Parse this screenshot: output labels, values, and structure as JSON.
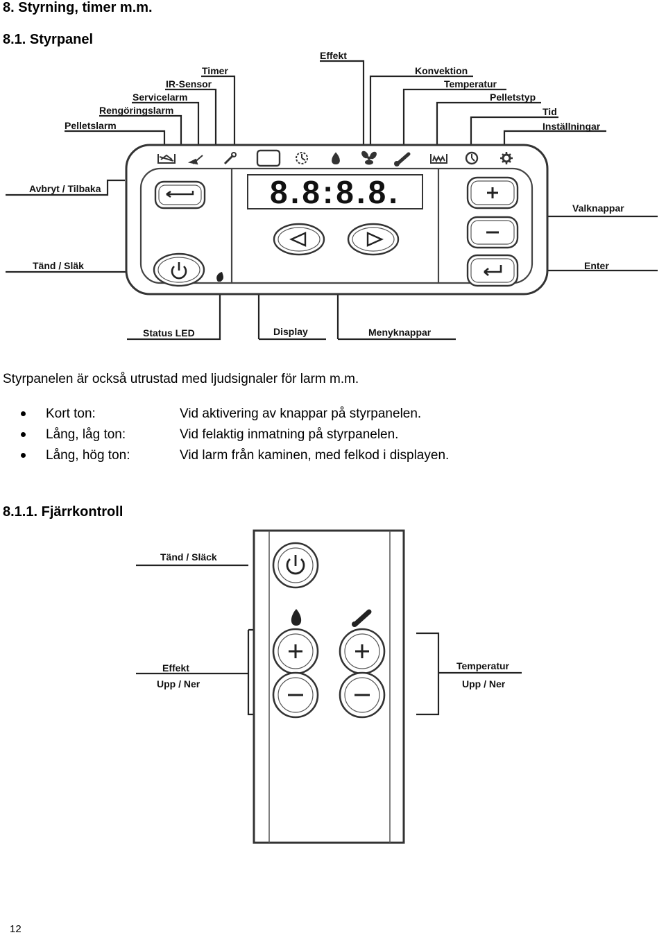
{
  "headings": {
    "section": "8. Styrning, timer m.m.",
    "subsection": "8.1. Styrpanel",
    "subsubsection": "8.1.1. Fjärrkontroll"
  },
  "panel": {
    "labels": {
      "effekt": "Effekt",
      "timer": "Timer",
      "ir_sensor": "IR-Sensor",
      "servicelarm": "Servicelarm",
      "rengoringslarm": "Rengöringslarm",
      "pelletslarm": "Pelletslarm",
      "konvektion": "Konvektion",
      "temperatur": "Temperatur",
      "pelletstyp": "Pelletstyp",
      "tid": "Tid",
      "installningar": "Inställningar",
      "avbryt": "Avbryt / Tilbaka",
      "tand": "Tänd / Släk",
      "valknappar": "Valknappar",
      "enter": "Enter",
      "status_led": "Status LED",
      "display": "Display",
      "menyknappar": "Menyknappar"
    },
    "display_digits": "8.8:8.8.",
    "icons": [
      "pelletslarm-icon",
      "rengoringslarm-icon",
      "servicelarm-icon",
      "ir-sensor-icon",
      "timer-icon",
      "effekt-flame-icon",
      "konvektion-fan-icon",
      "temperatur-thermometer-icon",
      "pelletstyp-icon",
      "tid-clock-icon",
      "installningar-gear-icon"
    ]
  },
  "text": {
    "intro": "Styrpanelen är också utrustad med ljudsignaler för larm m.m.",
    "bullets": [
      {
        "key": "Kort ton:",
        "value": "Vid aktivering av knappar på styrpanelen."
      },
      {
        "key": "Lång, låg ton:",
        "value": "Vid felaktig inmatning på styrpanelen."
      },
      {
        "key": "Lång, hög ton:",
        "value": "Vid larm från kaminen, med felkod i displayen."
      }
    ]
  },
  "remote": {
    "labels": {
      "tand": "Tänd / Släck",
      "effekt": "Effekt",
      "effekt_sub": "Upp / Ner",
      "temperatur": "Temperatur",
      "temperatur_sub": "Upp / Ner"
    }
  },
  "page_number": "12"
}
